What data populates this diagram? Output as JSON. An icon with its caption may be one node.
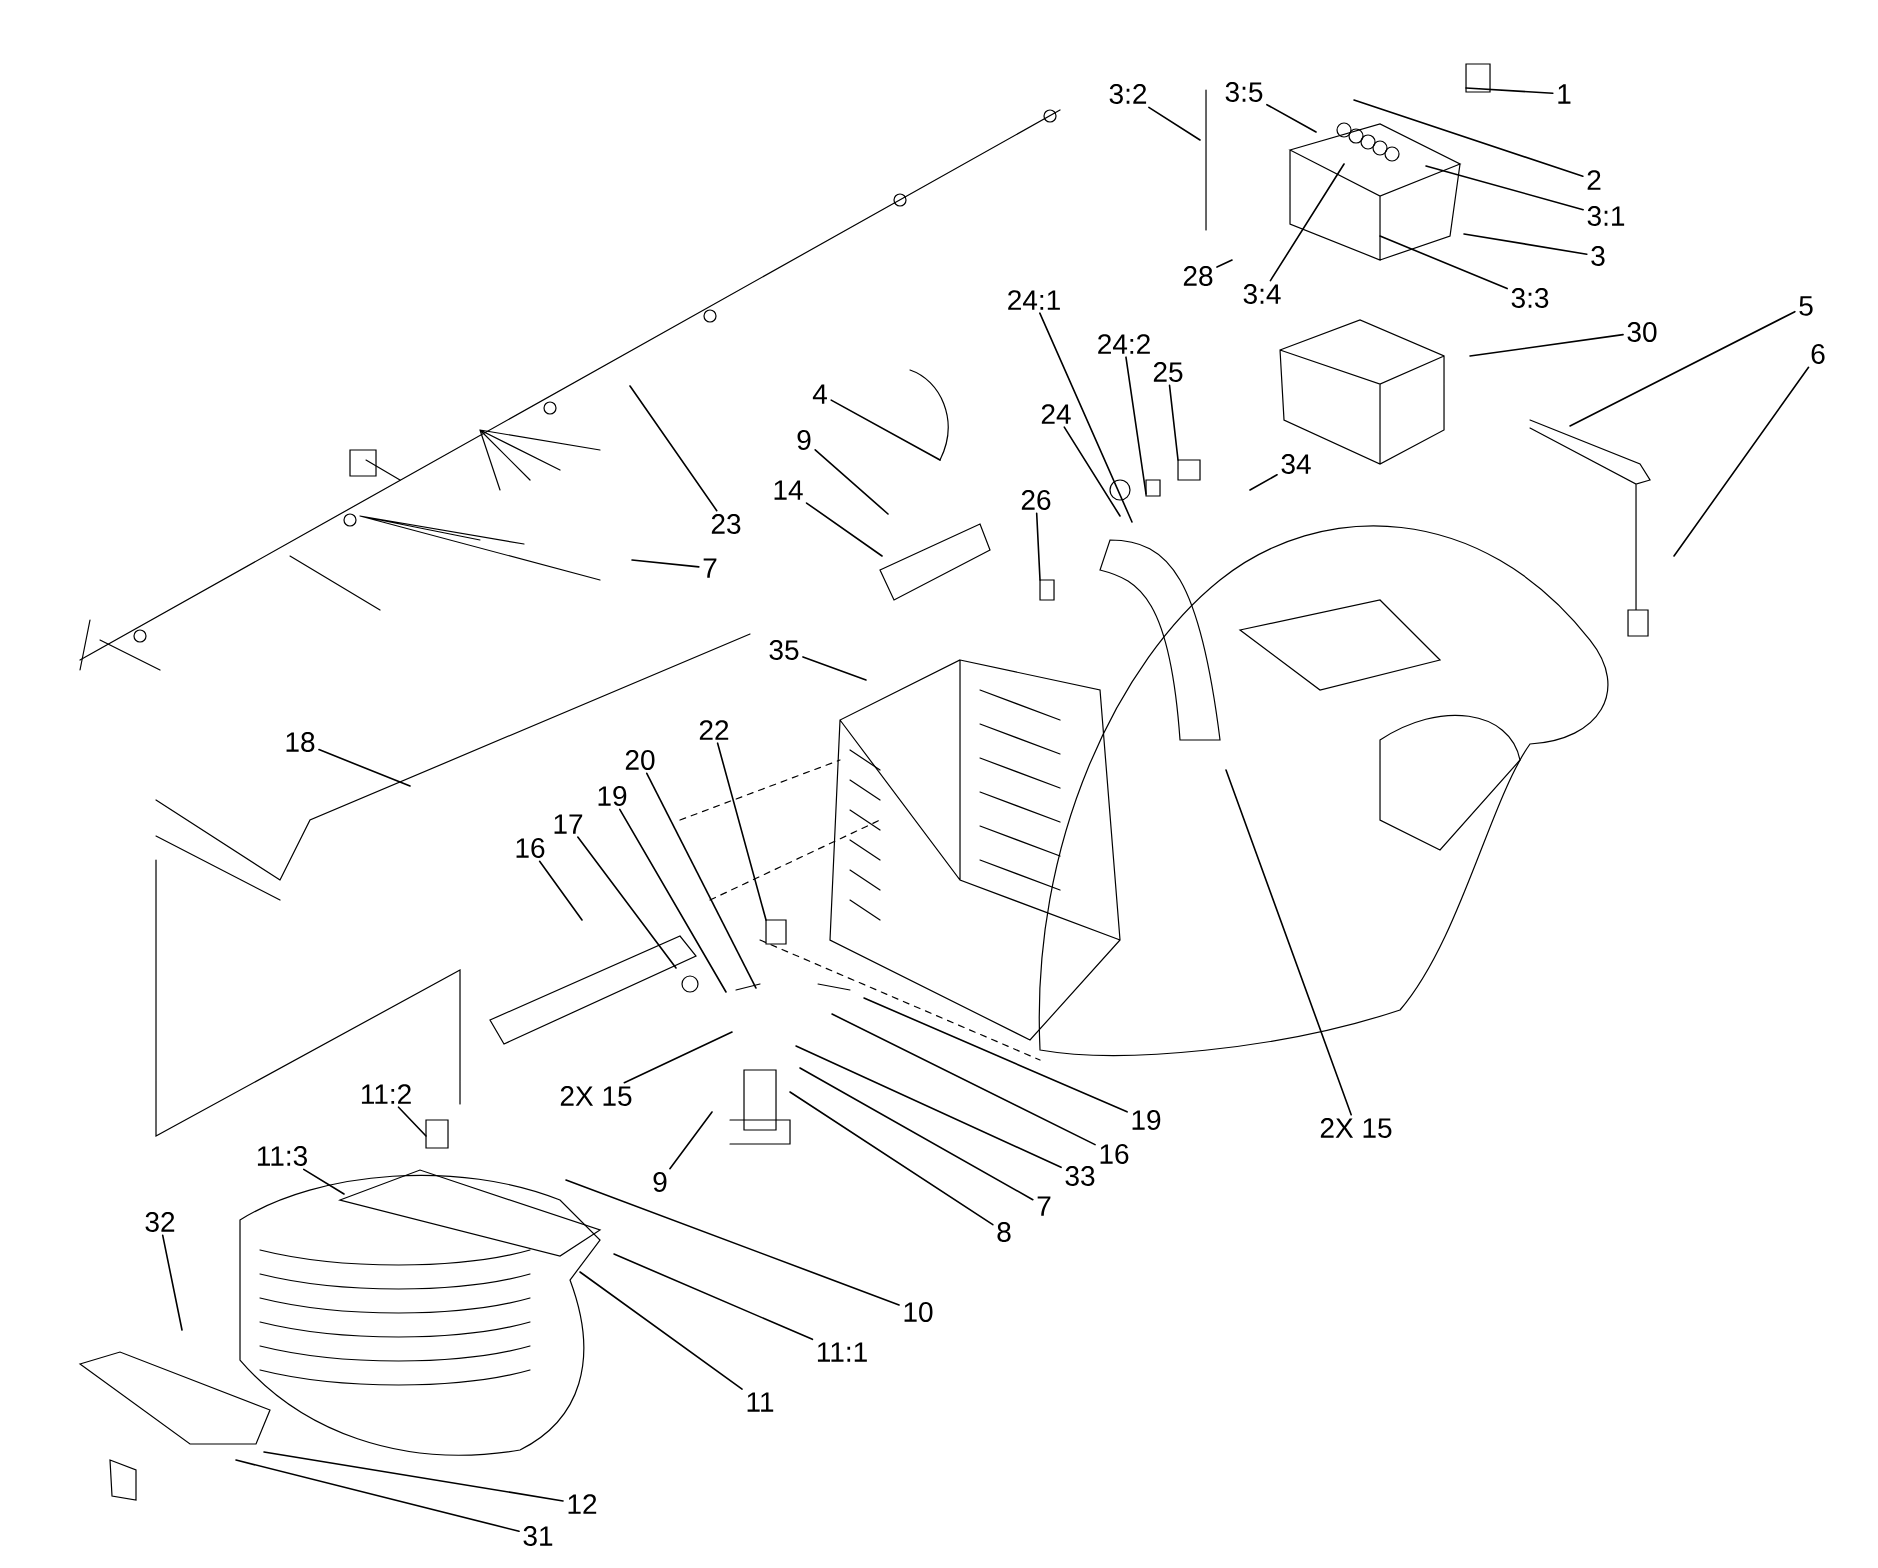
{
  "diagram": {
    "nodes": [
      {
        "text": [
          "1"
        ]
      },
      {
        "text": [
          "3:5"
        ]
      },
      {
        "text": [
          "3:2"
        ]
      },
      {
        "text": [
          "2"
        ]
      },
      {
        "text": [
          "3:1"
        ]
      },
      {
        "text": [
          "3"
        ]
      },
      {
        "text": [
          "28"
        ]
      },
      {
        "text": [
          "3:4"
        ]
      },
      {
        "text": [
          "3:3"
        ]
      },
      {
        "text": [
          "24:1"
        ]
      },
      {
        "text": [
          "30"
        ]
      },
      {
        "text": [
          "5"
        ]
      },
      {
        "text": [
          "24:2"
        ]
      },
      {
        "text": [
          "25"
        ]
      },
      {
        "text": [
          "6"
        ]
      },
      {
        "text": [
          "4"
        ]
      },
      {
        "text": [
          "24"
        ]
      },
      {
        "text": [
          "34"
        ]
      },
      {
        "text": [
          "9"
        ]
      },
      {
        "text": [
          "14"
        ]
      },
      {
        "text": [
          "26"
        ]
      },
      {
        "text": [
          "23"
        ]
      },
      {
        "text": [
          "7"
        ]
      },
      {
        "text": [
          "35"
        ]
      },
      {
        "text": [
          "22"
        ]
      },
      {
        "text": [
          "18"
        ]
      },
      {
        "text": [
          "20"
        ]
      },
      {
        "text": [
          "19"
        ]
      },
      {
        "text": [
          "17"
        ]
      },
      {
        "text": [
          "16"
        ]
      },
      {
        "text": [
          "2X 15"
        ]
      },
      {
        "text": [
          "11:2"
        ]
      },
      {
        "text": [
          "19"
        ]
      },
      {
        "text": [
          "2X 15"
        ]
      },
      {
        "text": [
          "16"
        ]
      },
      {
        "text": [
          "11:3"
        ]
      },
      {
        "text": [
          "33"
        ]
      },
      {
        "text": [
          "9"
        ]
      },
      {
        "text": [
          "7"
        ]
      },
      {
        "text": [
          "32"
        ]
      },
      {
        "text": [
          "8"
        ]
      },
      {
        "text": [
          "10"
        ]
      },
      {
        "text": [
          "11:1"
        ]
      },
      {
        "text": [
          "11"
        ]
      },
      {
        "text": [
          "12"
        ]
      },
      {
        "text": [
          "31"
        ]
      }
    ],
    "edges": [
      {
        "from": 0,
        "to": null,
        "arrow": "none"
      },
      {
        "from": 1,
        "to": null,
        "arrow": "none"
      },
      {
        "from": 2,
        "to": null,
        "arrow": "none"
      },
      {
        "from": 3,
        "to": null,
        "arrow": "none"
      },
      {
        "from": 4,
        "to": null,
        "arrow": "none"
      },
      {
        "from": 5,
        "to": null,
        "arrow": "none"
      },
      {
        "from": 6,
        "to": null,
        "arrow": "none"
      },
      {
        "from": 7,
        "to": null,
        "arrow": "none"
      },
      {
        "from": 8,
        "to": null,
        "arrow": "none"
      },
      {
        "from": 9,
        "to": null,
        "arrow": "none"
      },
      {
        "from": 10,
        "to": null,
        "arrow": "none"
      },
      {
        "from": 11,
        "to": null,
        "arrow": "none"
      },
      {
        "from": 12,
        "to": null,
        "arrow": "none"
      },
      {
        "from": 13,
        "to": null,
        "arrow": "none"
      },
      {
        "from": 14,
        "to": null,
        "arrow": "none"
      },
      {
        "from": 15,
        "to": null,
        "arrow": "none"
      },
      {
        "from": 16,
        "to": null,
        "arrow": "none"
      },
      {
        "from": 17,
        "to": null,
        "arrow": "none"
      },
      {
        "from": 18,
        "to": null,
        "arrow": "none"
      },
      {
        "from": 19,
        "to": null,
        "arrow": "none"
      },
      {
        "from": 20,
        "to": null,
        "arrow": "none"
      },
      {
        "from": 21,
        "to": null,
        "arrow": "none"
      },
      {
        "from": 22,
        "to": null,
        "arrow": "none"
      },
      {
        "from": 23,
        "to": null,
        "arrow": "none"
      },
      {
        "from": 24,
        "to": null,
        "arrow": "none"
      },
      {
        "from": 25,
        "to": null,
        "arrow": "none"
      },
      {
        "from": 26,
        "to": null,
        "arrow": "none"
      },
      {
        "from": 27,
        "to": null,
        "arrow": "none"
      },
      {
        "from": 28,
        "to": null,
        "arrow": "none"
      },
      {
        "from": 29,
        "to": null,
        "arrow": "none"
      },
      {
        "from": 30,
        "to": null,
        "arrow": "none"
      },
      {
        "from": 31,
        "to": null,
        "arrow": "none"
      },
      {
        "from": 32,
        "to": null,
        "arrow": "none"
      },
      {
        "from": 33,
        "to": null,
        "arrow": "none"
      },
      {
        "from": 34,
        "to": null,
        "arrow": "none"
      },
      {
        "from": 35,
        "to": null,
        "arrow": "none"
      },
      {
        "from": 36,
        "to": null,
        "arrow": "none"
      },
      {
        "from": 37,
        "to": null,
        "arrow": "none"
      },
      {
        "from": 38,
        "to": null,
        "arrow": "none"
      },
      {
        "from": 39,
        "to": null,
        "arrow": "none"
      },
      {
        "from": 40,
        "to": null,
        "arrow": "none"
      },
      {
        "from": 41,
        "to": null,
        "arrow": "none"
      },
      {
        "from": 42,
        "to": null,
        "arrow": "none"
      },
      {
        "from": 43,
        "to": null,
        "arrow": "none"
      },
      {
        "from": 44,
        "to": null,
        "arrow": "none"
      },
      {
        "from": 45,
        "to": null,
        "arrow": "none"
      }
    ]
  }
}
